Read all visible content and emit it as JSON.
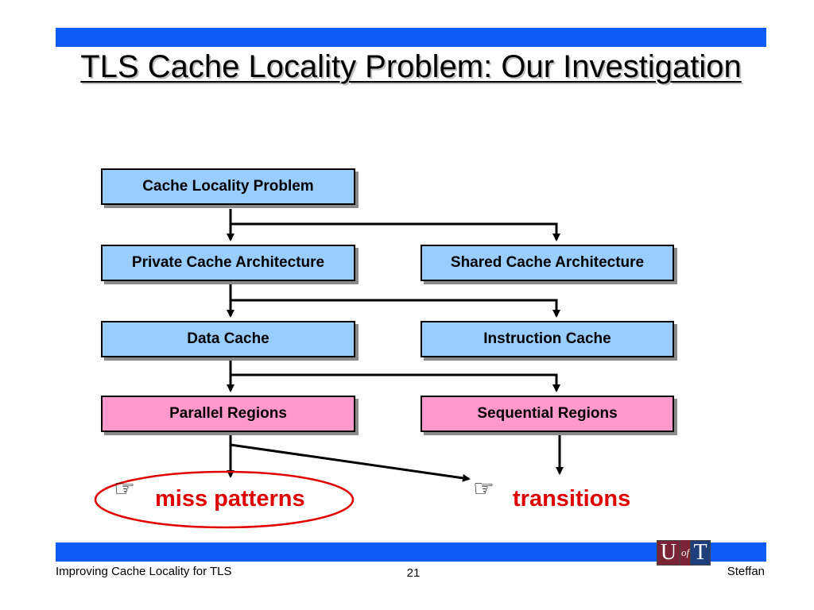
{
  "title": "TLS Cache Locality Problem: Our Investigation",
  "colors": {
    "bar": "#0a5cf5",
    "box_blue": "#99ccff",
    "box_pink": "#ff99cc",
    "highlight_red": "#e00000"
  },
  "diagram": {
    "root": "Cache Locality Problem",
    "level1": {
      "left": "Private Cache Architecture",
      "right": "Shared Cache Architecture"
    },
    "level2": {
      "left": "Data Cache",
      "right": "Instruction Cache"
    },
    "level3": {
      "left": "Parallel Regions",
      "right": "Sequential Regions"
    },
    "results": {
      "left": "miss patterns",
      "right": "transitions"
    },
    "result_icon": "pointing-hand-icon",
    "result_icon_glyph": "☞"
  },
  "footer": {
    "left": "Improving Cache Locality for TLS",
    "page_number": "21",
    "right": "Steffan",
    "logo": {
      "u": "U",
      "of": "of",
      "t": "T"
    }
  }
}
